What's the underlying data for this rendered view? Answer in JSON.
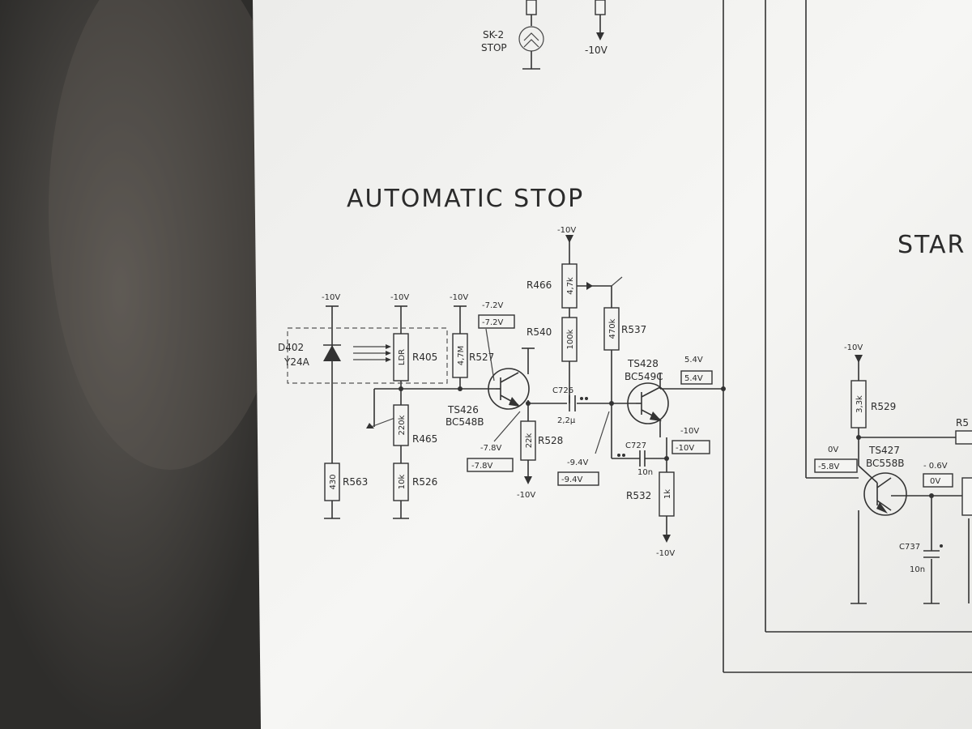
{
  "diagram": {
    "titles": {
      "auto_stop": "AUTOMATIC STOP",
      "start": "STAR"
    },
    "top": {
      "sk2": "SK-2",
      "stop": "STOP",
      "v_top": "-10V"
    },
    "supplies": {
      "v1": "-10V",
      "v2": "-10V",
      "v3": "-10V",
      "v_r466": "-10V",
      "v_r528": "-10V",
      "v_r532": "-10V",
      "v_r529": "-10V"
    },
    "led": {
      "name": "D402",
      "type": "Y24A"
    },
    "resistors": {
      "r405": {
        "name": "R405",
        "value": "LDR"
      },
      "r527": {
        "name": "R527",
        "value": "4,7M"
      },
      "r465": {
        "name": "R465",
        "value": "220k"
      },
      "r526": {
        "name": "R526",
        "value": "10k"
      },
      "r563": {
        "name": "R563",
        "value": "430"
      },
      "r466": {
        "name": "R466",
        "value": "4,7k"
      },
      "r540": {
        "name": "R540",
        "value": "100k"
      },
      "r537": {
        "name": "R537",
        "value": "470k"
      },
      "r528": {
        "name": "R528",
        "value": "22k"
      },
      "r532": {
        "name": "R532",
        "value": "1k"
      },
      "r529": {
        "name": "R529",
        "value": "3,3k"
      },
      "r5x": {
        "name": "R5"
      }
    },
    "transistors": {
      "ts426": {
        "name": "TS426",
        "type": "BC548B"
      },
      "ts428": {
        "name": "TS428",
        "type": "BC549C"
      },
      "ts427": {
        "name": "TS427",
        "type": "BC558B"
      }
    },
    "caps": {
      "c726": {
        "name": "C726",
        "value": "2,2µ"
      },
      "c727": {
        "name": "C727",
        "value": "10n"
      },
      "c737": {
        "name": "C737",
        "value": "10n"
      }
    },
    "voltages": {
      "v72": "-7.2V",
      "v72b": "-7.2V",
      "v78": "-7.8V",
      "v78b": "-7.8V",
      "v94": "-9.4V",
      "v94b": "-9.4V",
      "v54": "5.4V",
      "v54b": "5.4V",
      "v10": "-10V",
      "v10b": "-10V",
      "v0": "0V",
      "v58b": "-5.8V",
      "v06": "- 0.6V",
      "v0b": "0V"
    }
  }
}
